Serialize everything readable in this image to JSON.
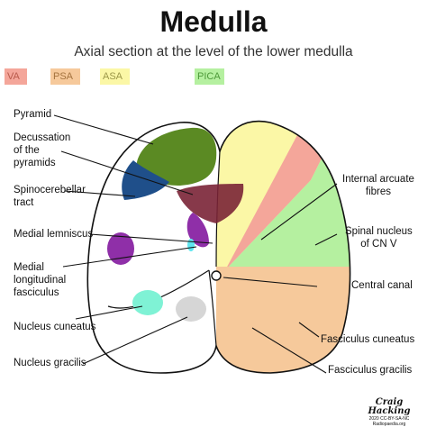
{
  "title": "Medulla",
  "subtitle": "Axial section at the level of the lower medulla",
  "legend": [
    {
      "label": "VA",
      "color": "#f4a69a"
    },
    {
      "label": "PSA",
      "color": "#f6c99b"
    },
    {
      "label": "ASA",
      "color": "#fbf7a6"
    },
    {
      "label": "PICA",
      "color": "#b5f0a0"
    }
  ],
  "labels_left": {
    "pyramid": "Pyramid",
    "decussation_1": "Decussation",
    "decussation_2": "of the",
    "decussation_3": "pyramids",
    "spinocerebellar_1": "Spinocerebellar",
    "spinocerebellar_2": "tract",
    "medial_lemniscus": "Medial lemniscus",
    "mlf_1": "Medial",
    "mlf_2": "longitudinal",
    "mlf_3": "fasciculus",
    "nucleus_cuneatus": "Nucleus cuneatus",
    "nucleus_gracilis": "Nucleus gracilis"
  },
  "labels_right": {
    "internal_arcuate_1": "Internal arcuate",
    "internal_arcuate_2": "fibres",
    "spinal_nucleus_1": "Spinal nucleus",
    "spinal_nucleus_2": "of CN V",
    "central_canal": "Central canal",
    "fasciculus_cuneatus": "Fasciculus cuneatus",
    "fasciculus_gracilis": "Fasciculus gracilis"
  },
  "credit": {
    "author": "Craig Hacking",
    "license": "2020 CC-BY-SA-NC",
    "site": "Radiopaedia.org"
  },
  "colors": {
    "pyramid": "#5b8a23",
    "decussation": "#7a2336",
    "spinocerebellar": "#1f4f8a",
    "medial_lemniscus": "#8f2fa8",
    "mlf": "#5fe6ef",
    "nucleus_cuneatus": "#7ff2d5",
    "nucleus_gracilis": "#d6d6d6",
    "territory_va": "#f4a69a",
    "territory_psa": "#f6c99b",
    "territory_asa": "#fbf7a6",
    "territory_pica": "#b5f0a0"
  }
}
